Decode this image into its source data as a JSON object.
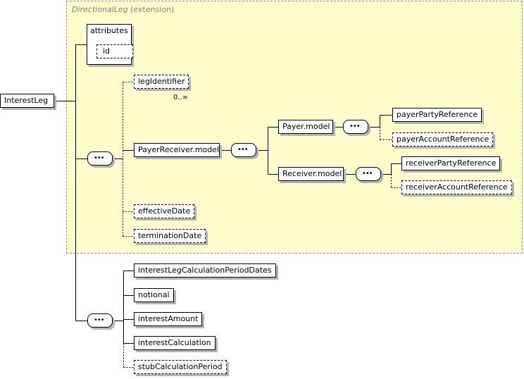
{
  "extension": {
    "base_name": "DirectionalLeg",
    "suffix": "(extension)"
  },
  "root": {
    "label": "InterestLeg"
  },
  "attributes": {
    "title": "attributes",
    "id_label": "id"
  },
  "elements": {
    "legIdentifier": "legIdentifier",
    "legIdentifier_card": "0..∞",
    "payerReceiverModel": "PayerReceiver.model",
    "payerModel": "Payer.model",
    "receiverModel": "Receiver.model",
    "payerPartyReference": "payerPartyReference",
    "payerAccountReference": "payerAccountReference",
    "receiverPartyReference": "receiverPartyReference",
    "receiverAccountReference": "receiverAccountReference",
    "effectiveDate": "effectiveDate",
    "terminationDate": "terminationDate",
    "interestLegCalculationPeriodDates": "interestLegCalculationPeriodDates",
    "notional": "notional",
    "interestAmount": "interestAmount",
    "interestCalculation": "interestCalculation",
    "stubCalculationPeriod": "stubCalculationPeriod"
  },
  "sequence_symbol": "•••",
  "colors": {
    "extension_bg": "#fefccb",
    "shadow": "#b4b4b4",
    "caption": "#808080"
  }
}
